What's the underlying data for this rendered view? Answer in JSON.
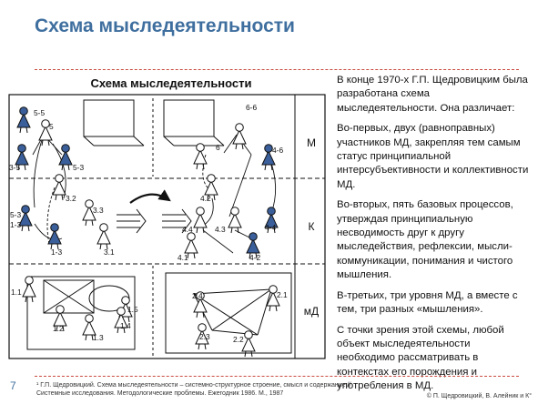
{
  "slide": {
    "title": "Схема мыследеятельности",
    "number": "7",
    "footnote": "¹ Г.П. Щедровицкий. Схема мыследеятельности – системно-структурное строение, смысл и содержание // Системные исследования. Методологические проблемы. Ежегодник 1986. М., 1987",
    "copyright": "© П. Щедровицкий, В. Алейник и К°"
  },
  "diagram": {
    "title": "Схема мыследеятельности",
    "levels": [
      "М",
      "К",
      "мД"
    ],
    "labels": {
      "l55": "5-5",
      "l5": "5",
      "l35": "3-5",
      "l53": "5-3",
      "l66": "6-6",
      "l6": "6",
      "l46": "4-6",
      "l32": "3.2",
      "l33": "3.3",
      "l53b": "5-3",
      "l13": "1-3",
      "l13b": "1-3",
      "l31": "3.1",
      "l42": "4.2",
      "l44": "4.4",
      "l43": "4.3",
      "l44b": "4-4",
      "l41": "4.1",
      "l4_2": "4-2",
      "l11": "1.1",
      "l15": "1.5",
      "l14": "1.4",
      "l12": "1.2",
      "l13c": "1.3",
      "l24": "2.4",
      "l21": "2.1",
      "l23": "2.3",
      "l22": "2.2"
    }
  },
  "text": {
    "p1": "В конце 1970-х Г.П. Щедровицким была разработана схема мыследеятельности. Она различает:",
    "p2": "Во-первых, двух (равноправных) участников МД, закрепляя тем самым статус принципиальной интерсубъективности и коллективности МД.",
    "p3": "Во-вторых, пять базовых процессов, утверждая принципиальную несводимость друг к другу мыследействия, рефлексии, мысли-коммуникации, понимания и чистого мышления.",
    "p4": "В-третьих, три уровня МД, а вместе с тем, три разных «мышления».",
    "p5": "С точки зрения этой схемы, любой объект мыследеятельности необходимо рассматривать в контекстах его порождения и употребления в МД."
  }
}
